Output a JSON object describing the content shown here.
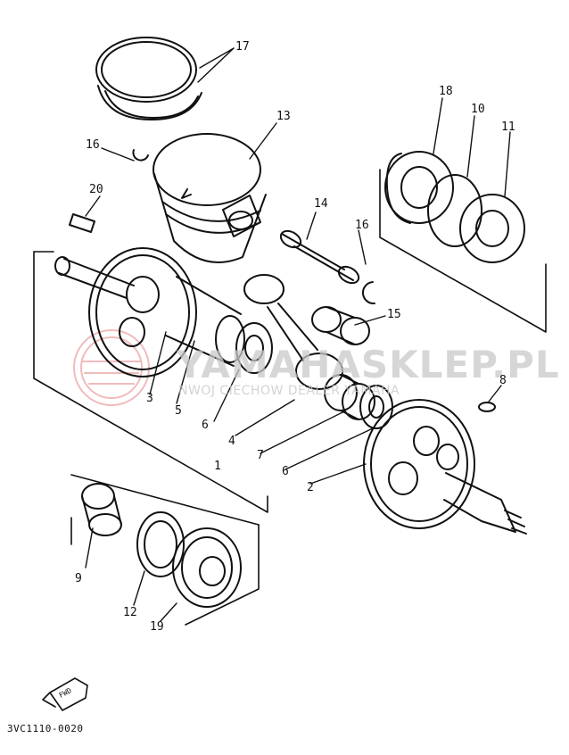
{
  "diagram": {
    "code": "3VC1110-0020",
    "fwd_label": "FWD",
    "watermark": {
      "main": "YAMAHASKLEP.PL",
      "sub": "NWOJ CIECHOW DEALER YAMAHA",
      "color": "#e26a6a"
    },
    "callouts": [
      "17",
      "13",
      "16",
      "20",
      "14",
      "16",
      "18",
      "10",
      "11",
      "15",
      "8",
      "3",
      "5",
      "6",
      "4",
      "1",
      "7",
      "6",
      "2",
      "9",
      "12",
      "19"
    ]
  }
}
